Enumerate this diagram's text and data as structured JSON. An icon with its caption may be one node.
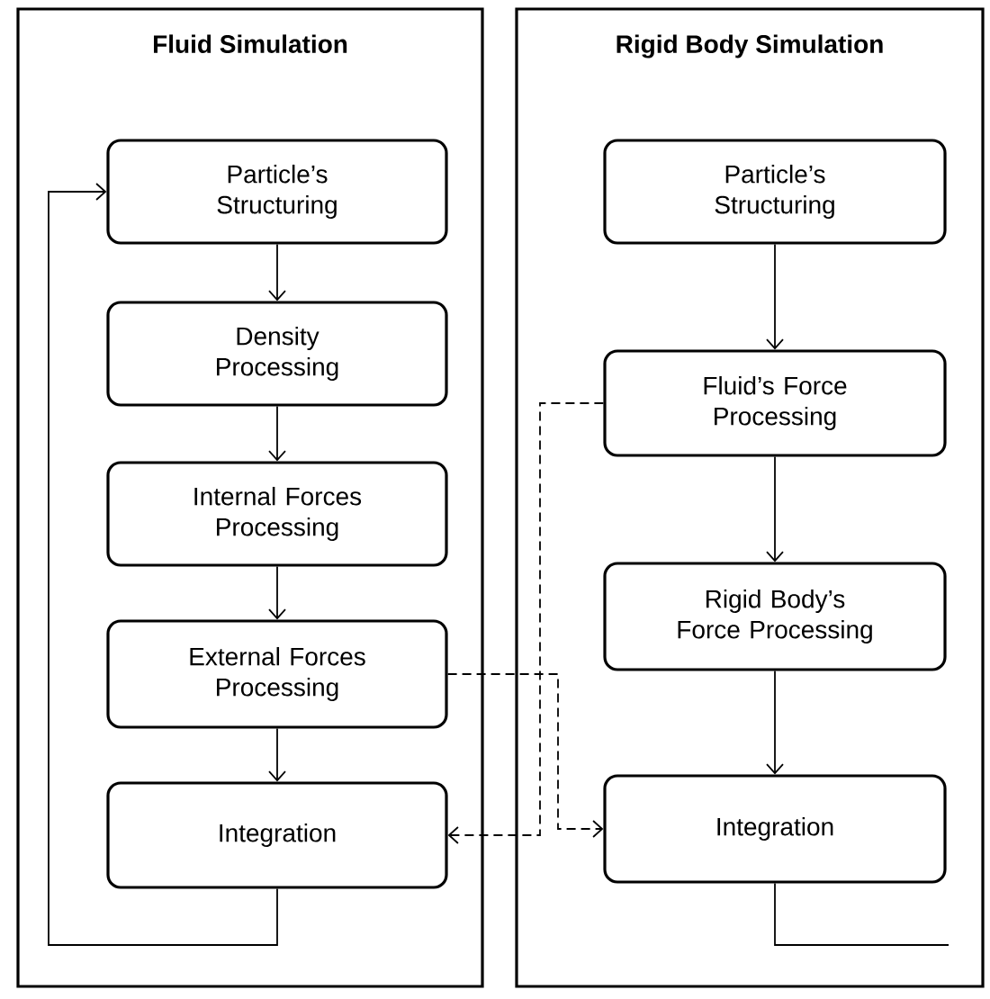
{
  "diagram": {
    "nodes": [
      {
        "text": [
          "Fluid Simulation"
        ]
      },
      {
        "text": [
          "Particle’s Structuring"
        ],
        "in": 0
      },
      {
        "text": [
          "Density Processing"
        ],
        "in": 0
      },
      {
        "text": [
          "Internal Forces Processing"
        ],
        "in": 0
      },
      {
        "text": [
          "External Forces Processing"
        ],
        "in": 0
      },
      {
        "text": [
          "Integration"
        ],
        "in": 0
      },
      {
        "text": [
          "Rigid Body Simulation"
        ]
      },
      {
        "text": [
          "Particle’s Structuring"
        ],
        "in": 6
      },
      {
        "text": [
          "Fluid’s Force Processing"
        ],
        "in": 6
      },
      {
        "text": [
          "Rigid Body’s Force Processing"
        ],
        "in": 6
      },
      {
        "text": [
          "Integration"
        ],
        "in": 6
      }
    ],
    "edges": [
      {
        "from": 1,
        "to": 2,
        "arrow": "to"
      },
      {
        "from": 2,
        "to": 3,
        "arrow": "to"
      },
      {
        "from": 3,
        "to": 4,
        "arrow": "to"
      },
      {
        "from": 4,
        "to": 5,
        "arrow": "to"
      },
      {
        "from": 5,
        "to": 1,
        "arrow": "to"
      },
      {
        "from": 7,
        "to": 8,
        "arrow": "to"
      },
      {
        "from": 8,
        "to": 9,
        "arrow": "to"
      },
      {
        "from": 9,
        "to": 10,
        "arrow": "to"
      },
      {
        "from": 10,
        "to": null,
        "arrow": "none"
      },
      {
        "from": 8,
        "to": 5,
        "arrow": "to",
        "style": "dashed"
      },
      {
        "from": 4,
        "to": 10,
        "arrow": "to",
        "style": "dashed"
      }
    ]
  }
}
